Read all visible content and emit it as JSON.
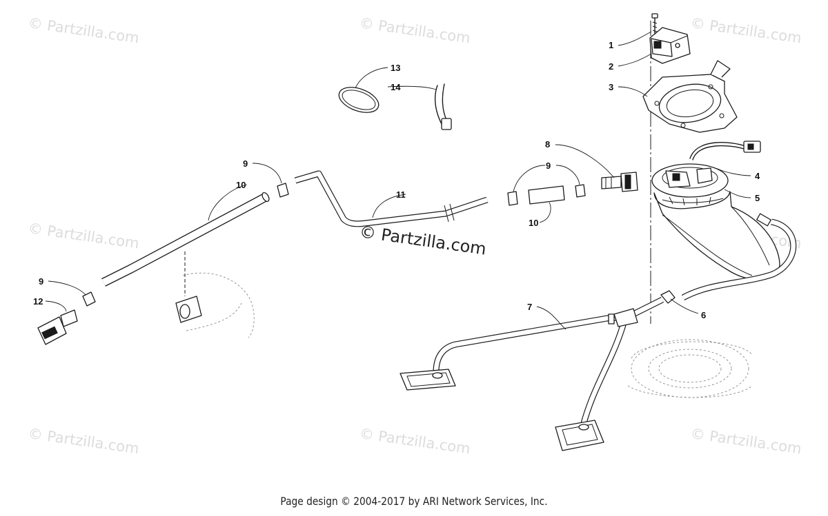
{
  "watermark": "© Partzilla.com",
  "center_watermark": "© Partzilla.com",
  "footer": "Page design © 2004-2017 by ARI Network Services, Inc.",
  "callouts": [
    "1",
    "2",
    "3",
    "4",
    "5",
    "6",
    "7",
    "8",
    "9",
    "9",
    "9",
    "10",
    "10",
    "11",
    "12",
    "13",
    "14"
  ]
}
